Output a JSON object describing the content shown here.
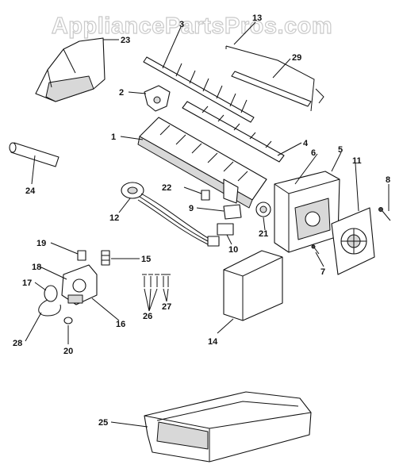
{
  "watermark": "AppliancePartsPros.com",
  "colors": {
    "ink": "#111111",
    "watermark_outline": "#c9c9c9",
    "background": "#ffffff"
  },
  "callouts": {
    "c1": "1",
    "c2": "2",
    "c3": "3",
    "c4": "4",
    "c5": "5",
    "c6": "6",
    "c7": "7",
    "c8": "8",
    "c9": "9",
    "c10": "10",
    "c11": "11",
    "c12": "12",
    "c13": "13",
    "c14": "14",
    "c15": "15",
    "c16": "16",
    "c17": "17",
    "c18": "18",
    "c19": "19",
    "c20": "20",
    "c21": "21",
    "c22": "22",
    "c23": "23",
    "c24": "24",
    "c25": "25",
    "c26": "26",
    "c27": "27",
    "c28": "28",
    "c29": "29"
  }
}
